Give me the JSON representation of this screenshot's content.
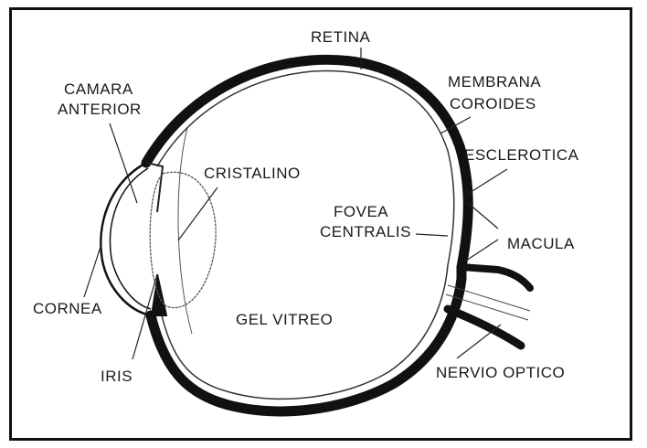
{
  "labels": {
    "retina": "RETINA",
    "camara_anterior_1": "CAMARA",
    "camara_anterior_2": "ANTERIOR",
    "membrana_coroides_1": "MEMBRANA",
    "membrana_coroides_2": "COROIDES",
    "cristalino": "CRISTALINO",
    "esclerotica": "ESCLEROTICA",
    "fovea_centralis_1": "FOVEA",
    "fovea_centralis_2": "CENTRALIS",
    "macula": "MACULA",
    "cornea": "CORNEA",
    "gel_vitreo": "GEL VITREO",
    "iris": "IRIS",
    "nervio_optico": "NERVIO OPTICO"
  },
  "colors": {
    "outline": "#111111",
    "text": "#1a1a1a",
    "background": "#ffffff"
  }
}
